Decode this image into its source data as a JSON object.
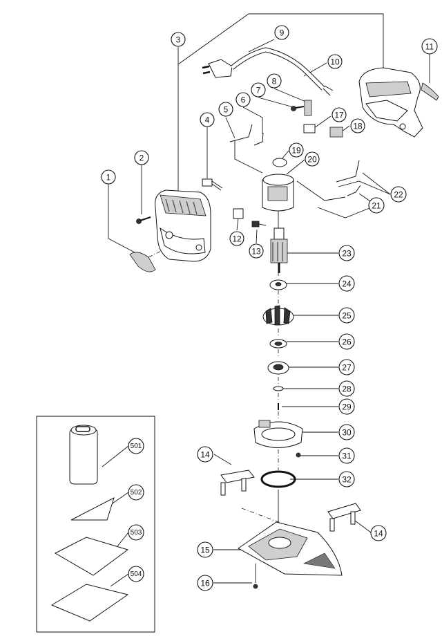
{
  "callouts": [
    {
      "id": "c1",
      "label": "1"
    },
    {
      "id": "c2",
      "label": "2"
    },
    {
      "id": "c3",
      "label": "3"
    },
    {
      "id": "c4",
      "label": "4"
    },
    {
      "id": "c5",
      "label": "5"
    },
    {
      "id": "c6",
      "label": "6"
    },
    {
      "id": "c7",
      "label": "7"
    },
    {
      "id": "c8",
      "label": "8"
    },
    {
      "id": "c9",
      "label": "9"
    },
    {
      "id": "c10",
      "label": "10"
    },
    {
      "id": "c11",
      "label": "11"
    },
    {
      "id": "c12",
      "label": "12"
    },
    {
      "id": "c13",
      "label": "13"
    },
    {
      "id": "c14a",
      "label": "14"
    },
    {
      "id": "c14b",
      "label": "14"
    },
    {
      "id": "c15",
      "label": "15"
    },
    {
      "id": "c16",
      "label": "16"
    },
    {
      "id": "c17",
      "label": "17"
    },
    {
      "id": "c18",
      "label": "18"
    },
    {
      "id": "c19",
      "label": "19"
    },
    {
      "id": "c20",
      "label": "20"
    },
    {
      "id": "c21",
      "label": "21"
    },
    {
      "id": "c22",
      "label": "22"
    },
    {
      "id": "c23",
      "label": "23"
    },
    {
      "id": "c24",
      "label": "24"
    },
    {
      "id": "c25",
      "label": "25"
    },
    {
      "id": "c26",
      "label": "26"
    },
    {
      "id": "c27",
      "label": "27"
    },
    {
      "id": "c28",
      "label": "28"
    },
    {
      "id": "c29",
      "label": "29"
    },
    {
      "id": "c30",
      "label": "30"
    },
    {
      "id": "c31",
      "label": "31"
    },
    {
      "id": "c32",
      "label": "32"
    },
    {
      "id": "c501",
      "label": "501"
    },
    {
      "id": "c502",
      "label": "502"
    },
    {
      "id": "c503",
      "label": "503"
    },
    {
      "id": "c504",
      "label": "504"
    }
  ]
}
